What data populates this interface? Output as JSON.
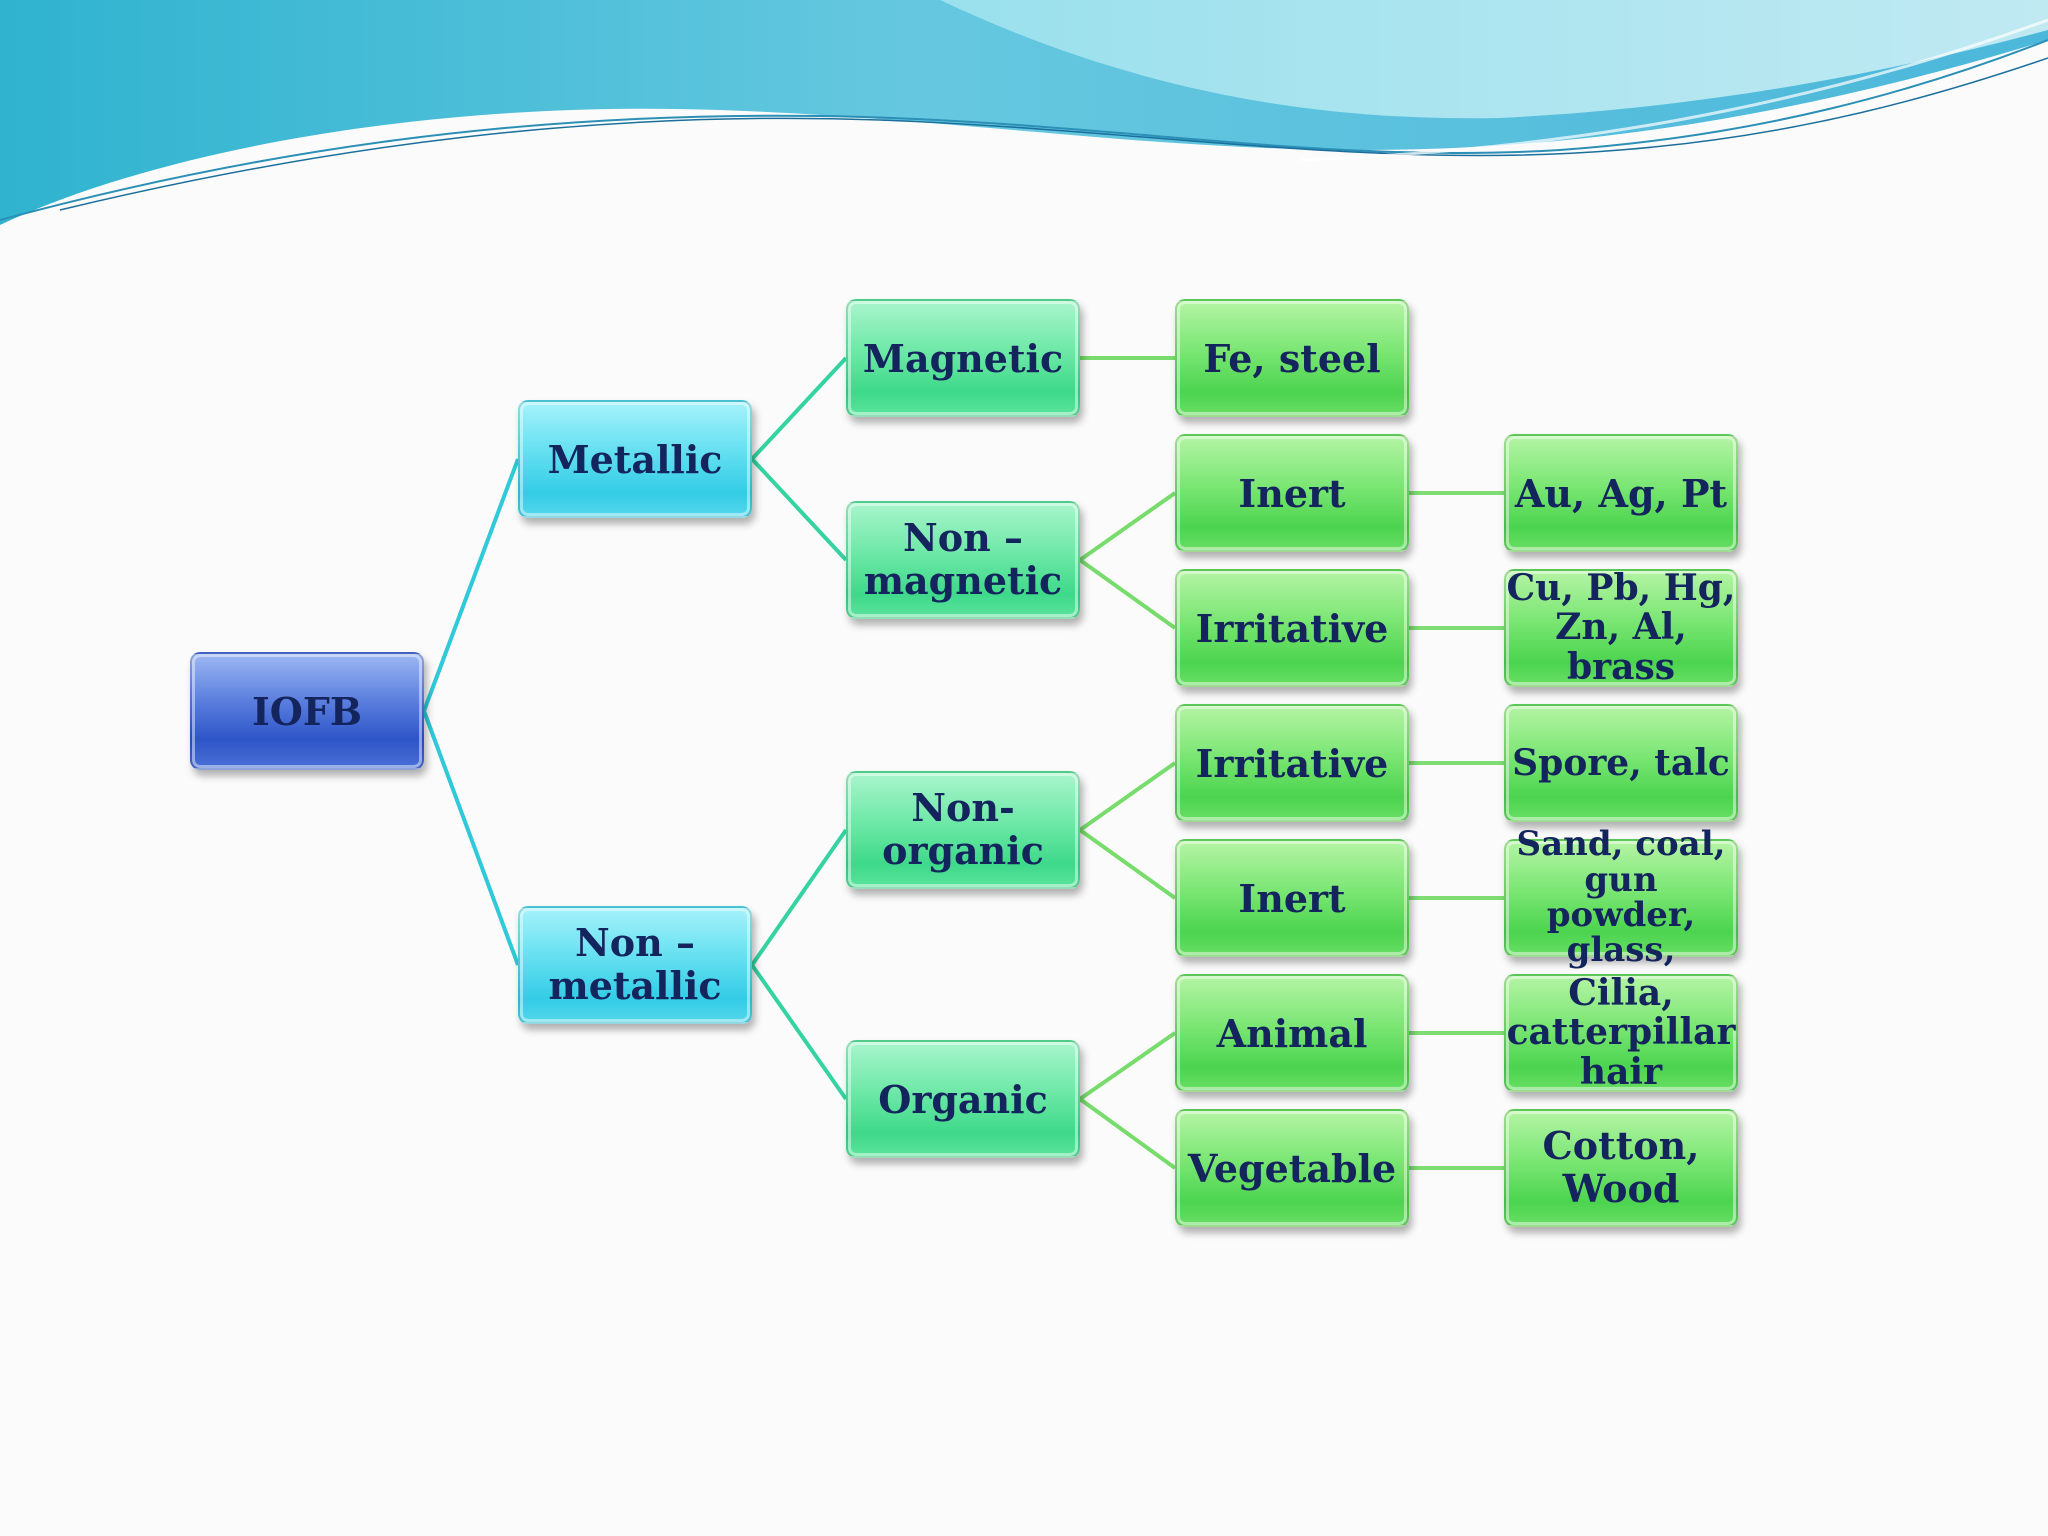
{
  "diagram": {
    "root": {
      "id": "iofb",
      "label": "IOFB"
    },
    "nodes": [
      {
        "id": "metallic",
        "label": "Metallic",
        "parent": "iofb"
      },
      {
        "id": "non-metallic",
        "label": "Non –\nmetallic",
        "parent": "iofb"
      },
      {
        "id": "magnetic",
        "label": "Magnetic",
        "parent": "metallic"
      },
      {
        "id": "non-magnetic",
        "label": "Non –\nmagnetic",
        "parent": "metallic"
      },
      {
        "id": "non-organic",
        "label": "Non-\norganic",
        "parent": "non-metallic"
      },
      {
        "id": "organic",
        "label": "Organic",
        "parent": "non-metallic"
      },
      {
        "id": "fe-steel",
        "label": "Fe, steel",
        "parent": "magnetic"
      },
      {
        "id": "inert-metal",
        "label": "Inert",
        "parent": "non-magnetic"
      },
      {
        "id": "irritative-metal",
        "label": "Irritative",
        "parent": "non-magnetic"
      },
      {
        "id": "irritative-nonorganic",
        "label": "Irritative",
        "parent": "non-organic"
      },
      {
        "id": "inert-nonorganic",
        "label": "Inert",
        "parent": "non-organic"
      },
      {
        "id": "animal",
        "label": "Animal",
        "parent": "organic"
      },
      {
        "id": "vegetable",
        "label": "Vegetable",
        "parent": "organic"
      },
      {
        "id": "au-ag-pt",
        "label": "Au, Ag, Pt",
        "parent": "inert-metal"
      },
      {
        "id": "cu-pb-hg",
        "label": "Cu, Pb, Hg,\nZn, Al,\nbrass",
        "parent": "irritative-metal"
      },
      {
        "id": "spore-talc",
        "label": "Spore, talc",
        "parent": "irritative-nonorganic"
      },
      {
        "id": "sand-coal",
        "label": "Sand, coal,\ngun\npowder,\nglass,",
        "parent": "inert-nonorganic"
      },
      {
        "id": "cilia",
        "label": "Cilia,\ncatterpillar\nhair",
        "parent": "animal"
      },
      {
        "id": "cotton-wood",
        "label": "Cotton,\nWood",
        "parent": "vegetable"
      }
    ]
  }
}
